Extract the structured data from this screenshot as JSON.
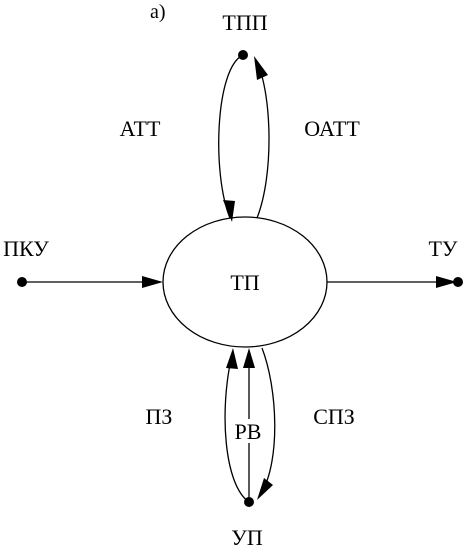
{
  "diagram": {
    "panel_label": "а)",
    "center_node": "ТП",
    "nodes": {
      "top": "ТПП",
      "left": "ПКУ",
      "right": "ТУ",
      "bottom": "УП"
    },
    "edge_labels": {
      "top_left": "АТТ",
      "top_right": "ОАТТ",
      "bottom_left": "ПЗ",
      "bottom_middle": "РВ",
      "bottom_right": "СПЗ"
    }
  },
  "colors": {
    "line": "#000000",
    "background": "#ffffff"
  }
}
